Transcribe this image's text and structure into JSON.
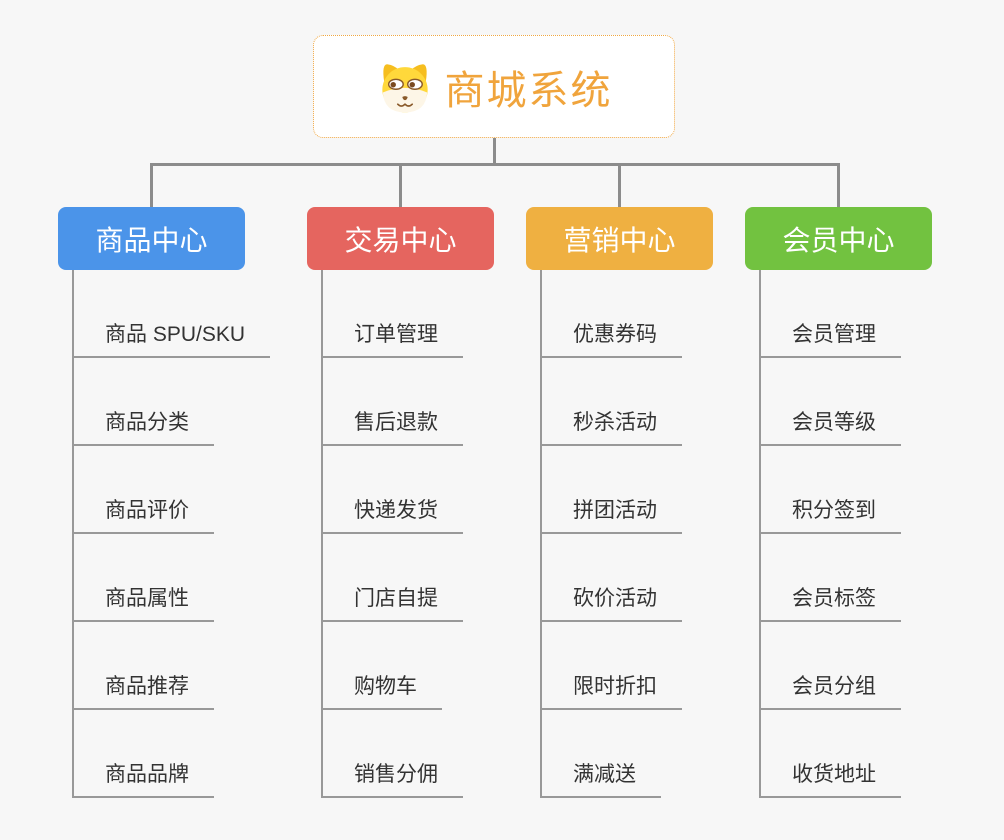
{
  "root": {
    "title": "商城系统",
    "icon": "dog-face-icon",
    "text_color": "#F0A43C",
    "border_color": "#F0A843"
  },
  "branches": [
    {
      "id": "product-center",
      "label": "商品中心",
      "color": "#4B94E9",
      "children": [
        "商品 SPU/SKU",
        "商品分类",
        "商品评价",
        "商品属性",
        "商品推荐",
        "商品品牌"
      ]
    },
    {
      "id": "trade-center",
      "label": "交易中心",
      "color": "#E5655F",
      "children": [
        "订单管理",
        "售后退款",
        "快递发货",
        "门店自提",
        "购物车",
        "销售分佣"
      ]
    },
    {
      "id": "marketing-center",
      "label": "营销中心",
      "color": "#EFB041",
      "children": [
        "优惠券码",
        "秒杀活动",
        "拼团活动",
        "砍价活动",
        "限时折扣",
        "满减送"
      ]
    },
    {
      "id": "member-center",
      "label": "会员中心",
      "color": "#72C240",
      "children": [
        "会员管理",
        "会员等级",
        "积分签到",
        "会员标签",
        "会员分组",
        "收货地址"
      ]
    }
  ],
  "colors": {
    "background": "#F7F7F7",
    "connector": "#8C8C8C",
    "leaf_line": "#999999",
    "leaf_text": "#333333"
  }
}
